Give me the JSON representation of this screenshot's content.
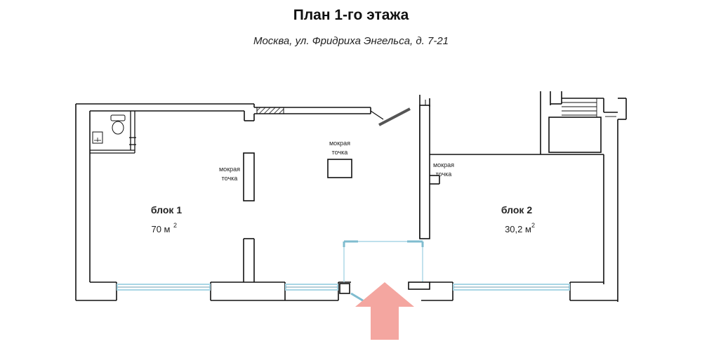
{
  "header": {
    "title": "План 1-го этажа",
    "address": "Москва, ул. Фридриха Энгельса, д. 7-21"
  },
  "plan": {
    "block1": {
      "name": "блок 1",
      "area": "70 м",
      "area_sup": "2"
    },
    "block2": {
      "name": "блок 2",
      "area": "30,2 м",
      "area_sup": "2"
    },
    "wet_point": {
      "line1": "мокрая",
      "line2": "точка"
    }
  },
  "colors": {
    "wall": "#111111",
    "window": "#a9d6e5",
    "door": "#7fbccf",
    "hatch": "#555555",
    "entrance_arrow": "#f4a6a0"
  }
}
